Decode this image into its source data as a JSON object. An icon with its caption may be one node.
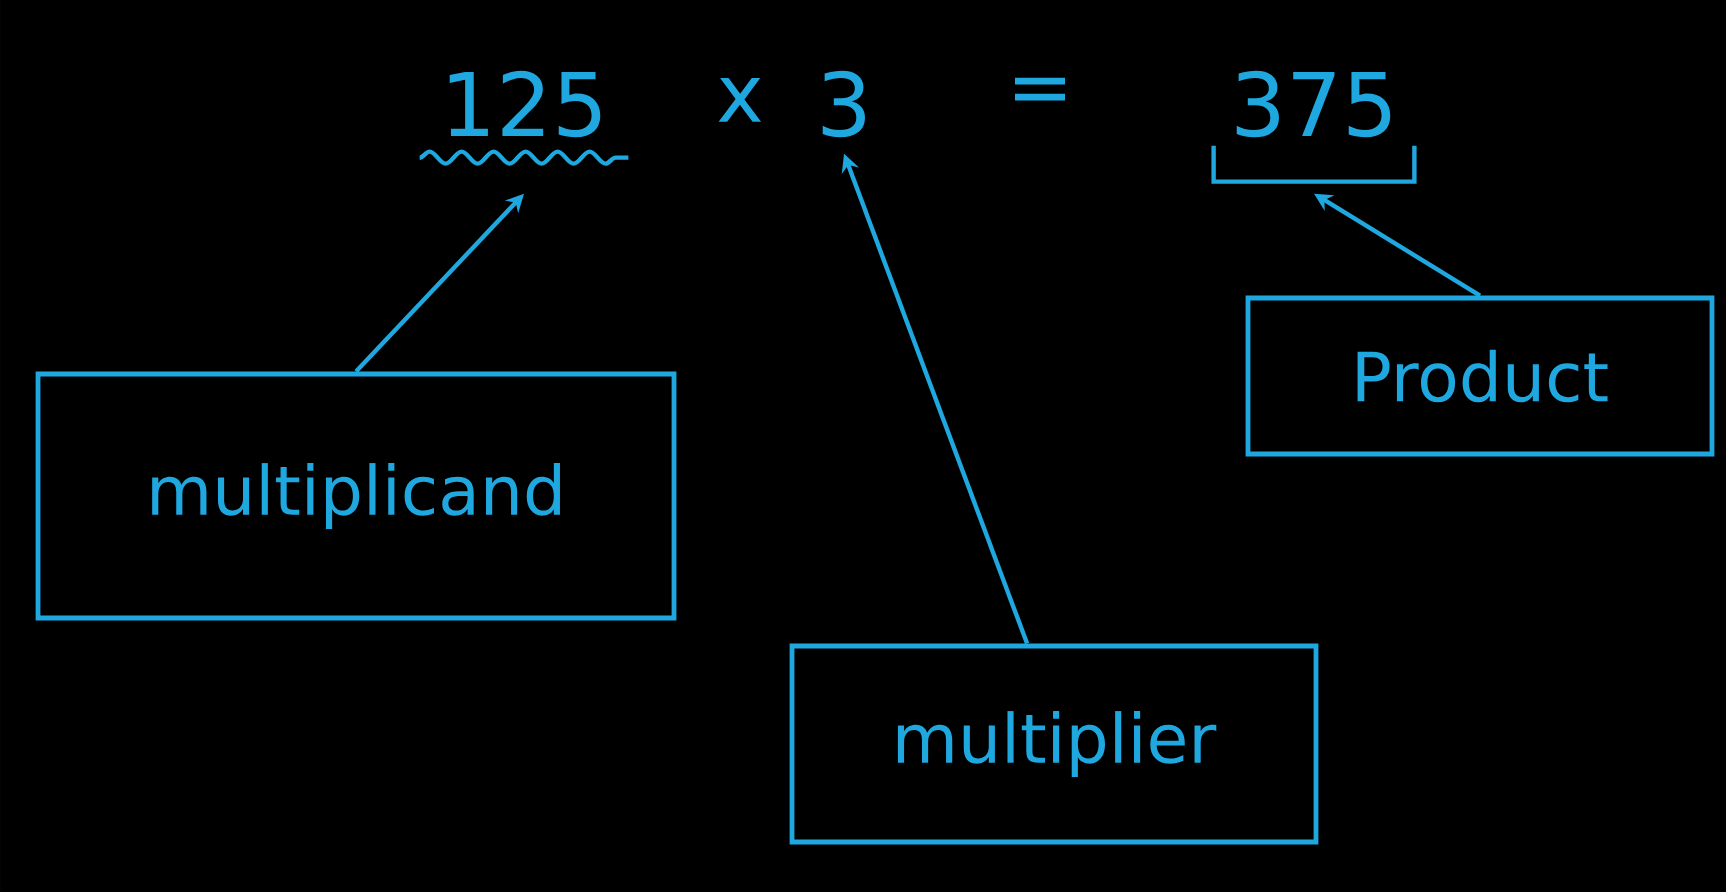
{
  "diagram": {
    "nodes": [
      {
        "text": [
          "125"
        ]
      },
      {
        "text": [
          "3"
        ]
      },
      {
        "text": [
          "375"
        ]
      },
      {
        "text": [
          "multiplicand"
        ]
      },
      {
        "text": [
          "multiplier"
        ]
      },
      {
        "text": [
          "Product"
        ]
      }
    ],
    "edges": [
      {
        "from": 3,
        "to": 0,
        "arrow": "to"
      },
      {
        "from": 4,
        "to": 1,
        "arrow": "to"
      },
      {
        "from": 5,
        "to": 2,
        "arrow": "to"
      }
    ],
    "labels": [
      "x",
      "="
    ]
  }
}
